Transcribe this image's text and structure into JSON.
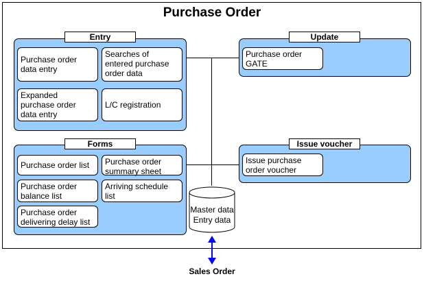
{
  "title": "Purchase Order",
  "entry": {
    "heading": "Entry",
    "items": [
      "Purchase order\ndata entry",
      "Searches of\nentered purchase\norder data",
      "Expanded\npurchase order\ndata entry",
      "L/C registration"
    ]
  },
  "update": {
    "heading": "Update",
    "items": [
      "Purchase order\nGATE"
    ]
  },
  "forms": {
    "heading": "Forms",
    "items": [
      "Purchase order list",
      "Purchase order\nsummary sheet",
      "Purchase order\nbalance list",
      "Arriving schedule\nlist",
      "Purchase order\ndelivering delay list"
    ]
  },
  "issue_voucher": {
    "heading": "Issue voucher",
    "items": [
      "Issue purchase\norder voucher"
    ]
  },
  "database": {
    "line1": "Master data",
    "line2": "Entry data"
  },
  "external": "Sales Order",
  "colors": {
    "panel_fill": "#99ccff",
    "arrow": "#0000ff",
    "border": "#000000"
  }
}
